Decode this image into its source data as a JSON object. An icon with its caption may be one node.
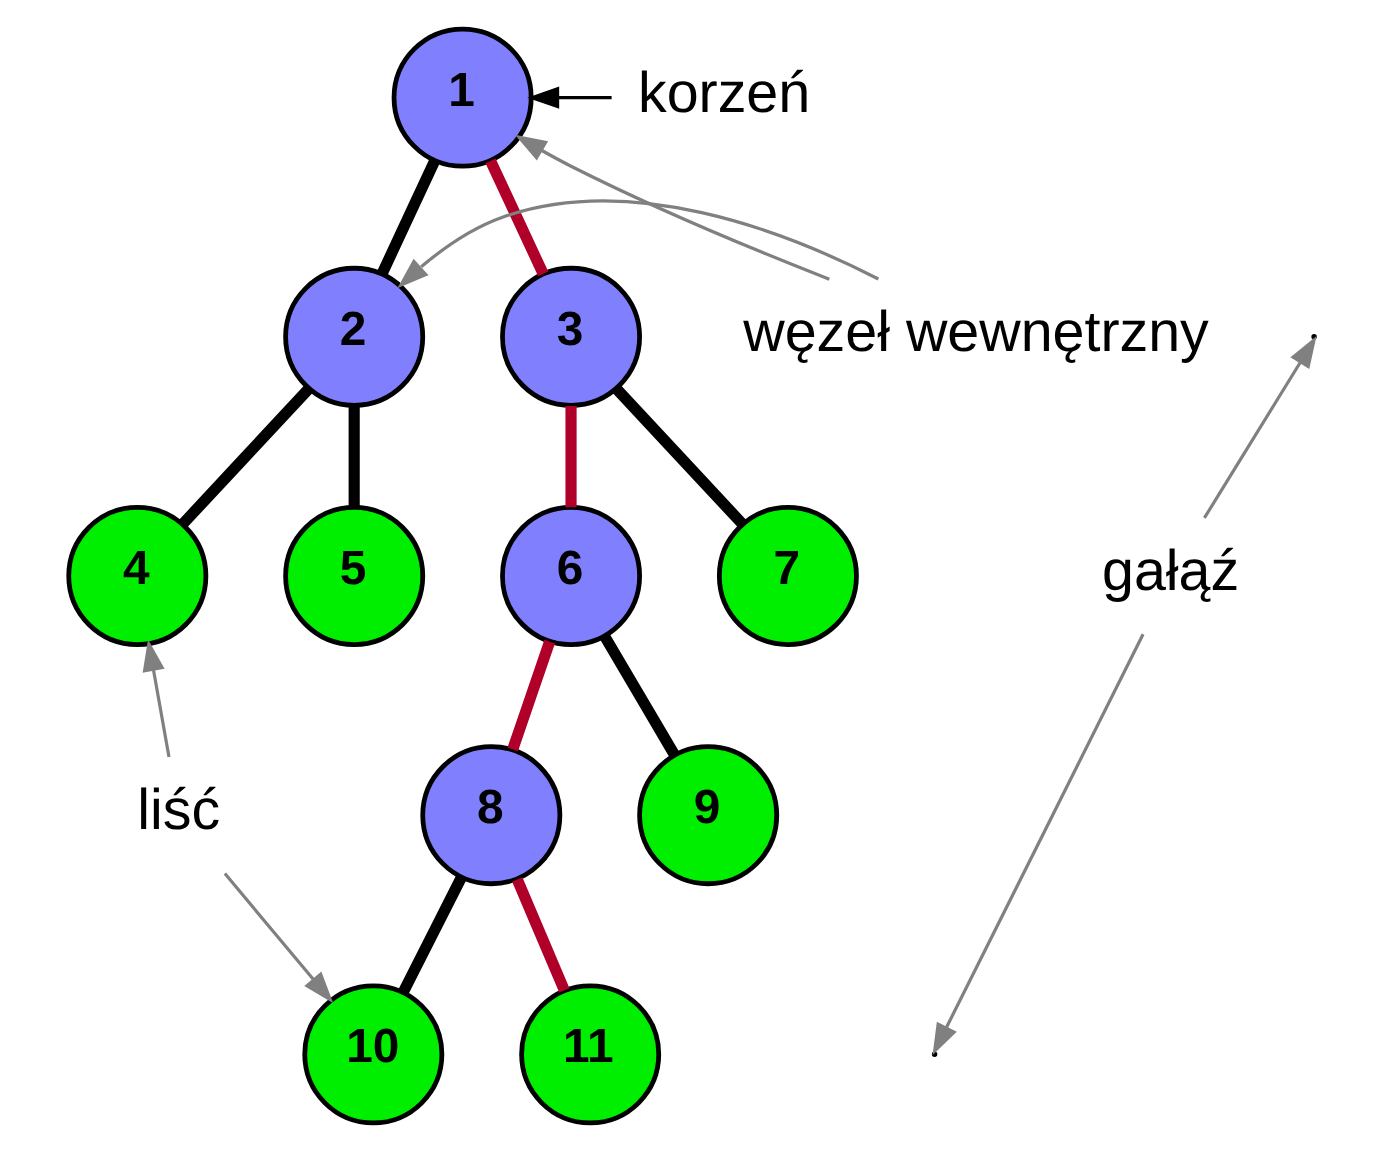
{
  "diagram": {
    "nodes": [
      {
        "text": [
          "1"
        ]
      },
      {
        "text": [
          "2"
        ]
      },
      {
        "text": [
          "3"
        ]
      },
      {
        "text": [
          "4"
        ]
      },
      {
        "text": [
          "5"
        ]
      },
      {
        "text": [
          "6"
        ]
      },
      {
        "text": [
          "7"
        ]
      },
      {
        "text": [
          "8"
        ]
      },
      {
        "text": [
          "9"
        ]
      },
      {
        "text": [
          "10"
        ]
      },
      {
        "text": [
          "11"
        ]
      },
      {
        "text": [
          "korzeń"
        ]
      },
      {
        "text": [
          "węzeł wewnętrzny"
        ]
      },
      {
        "text": [
          "liść"
        ]
      },
      {
        "text": [
          "gałąź"
        ]
      }
    ],
    "edges": [
      {
        "from": 0,
        "to": 1,
        "arrow": "none"
      },
      {
        "from": 0,
        "to": 2,
        "arrow": "none",
        "color": "#b0002a"
      },
      {
        "from": 1,
        "to": 3,
        "arrow": "none"
      },
      {
        "from": 1,
        "to": 4,
        "arrow": "none"
      },
      {
        "from": 2,
        "to": 5,
        "arrow": "none",
        "color": "#b0002a"
      },
      {
        "from": 2,
        "to": 6,
        "arrow": "none"
      },
      {
        "from": 5,
        "to": 7,
        "arrow": "none",
        "color": "#b0002a"
      },
      {
        "from": 5,
        "to": 8,
        "arrow": "none"
      },
      {
        "from": 7,
        "to": 9,
        "arrow": "none"
      },
      {
        "from": 7,
        "to": 10,
        "arrow": "none",
        "color": "#b0002a"
      },
      {
        "from": 11,
        "to": 0,
        "arrow": "to"
      },
      {
        "from": 12,
        "to": 0,
        "arrow": "to",
        "color": "#808080"
      },
      {
        "from": 12,
        "to": 1,
        "arrow": "to",
        "color": "#808080"
      },
      {
        "from": 13,
        "to": 3,
        "arrow": "to",
        "color": "#808080"
      },
      {
        "from": 13,
        "to": 9,
        "arrow": "to",
        "color": "#808080"
      },
      {
        "from": 14,
        "to": null,
        "arrow": "to",
        "color": "#808080"
      },
      {
        "from": 14,
        "to": null,
        "arrow": "to",
        "color": "#808080"
      }
    ]
  }
}
